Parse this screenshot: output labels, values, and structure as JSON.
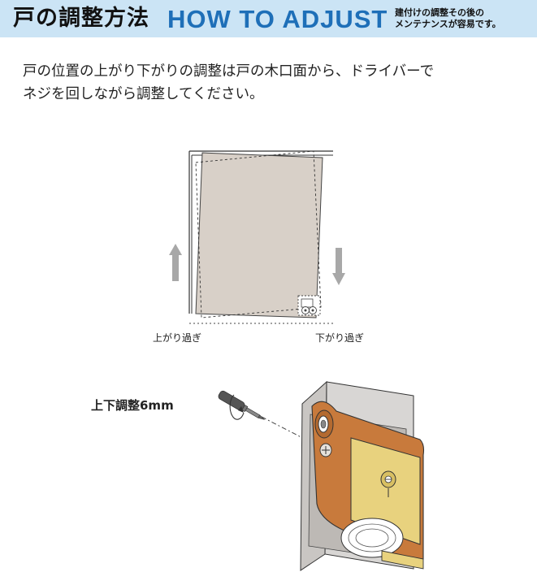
{
  "header": {
    "title_jp": "戸の調整方法",
    "title_en": "HOW TO ADJUST",
    "note_line1": "建付けの調整その後の",
    "note_line2": "メンテナンスが容易です。"
  },
  "instructions": {
    "line1": "戸の位置の上がり下がりの調整は戸の木口面から、ドライバーで",
    "line2": "ネジを回しながら調整してください。"
  },
  "diagram": {
    "caption_up": "上がり過ぎ",
    "caption_down": "下がり過ぎ",
    "adjust_label": "上下調整6mm"
  },
  "colors": {
    "header_bg": "#cbe4f5",
    "title_en": "#1e6fb8",
    "door_panel": "#d8d0c8",
    "arrow": "#a8a8a8",
    "wood_frame": "#c87a3c",
    "brass_plate": "#e8d27e"
  },
  "icons": {
    "up": "up-arrow-icon",
    "down": "down-arrow-icon",
    "screwdriver": "screwdriver-icon",
    "rotation": "rotation-icon"
  }
}
